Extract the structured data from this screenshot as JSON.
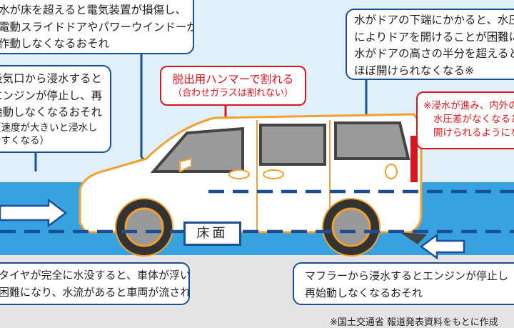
{
  "callouts": {
    "electrical": [
      "水が床を超えると電気装置が損傷し、",
      "電動スライドドアやパワーウインドーが",
      "作動しなくなるおそれ"
    ],
    "intake": [
      "吸気口から浸水すると",
      "エンジンが停止し、再",
      "始動しなくなるおそれ"
    ],
    "intake_note": [
      "（速度が大きいと浸水し",
      "やすくなる）"
    ],
    "hammer": {
      "title": "脱出用ハンマーで割れる",
      "note": "（合わせガラスは割れない）"
    },
    "door": [
      "水がドアの下端にかかると、水圧",
      "によりドアを開けることが困難に",
      "水がドアの高さの半分を超えると",
      "ほぼ開けられなくなる※"
    ],
    "door_note": [
      "※浸水が進み、内外の",
      "水圧差がなくなると",
      "開けられるようにな"
    ],
    "tire": [
      "タイヤが完全に水没すると、車体が浮いて移動が",
      "困難になり、水流があると車両が流されるおそれ"
    ],
    "muffler": [
      "マフラーから浸水するとエンジンが停止し",
      "再始動しなくなるおそれ"
    ]
  },
  "floor_label": "床面",
  "source": "※国土交通省 報道発表資料をもとに作成",
  "colors": {
    "sky": "#dff0fb",
    "water": "#36a3e0",
    "border": "#1b4f96",
    "red": "#d9161e",
    "car_outline": "#f0a030"
  }
}
